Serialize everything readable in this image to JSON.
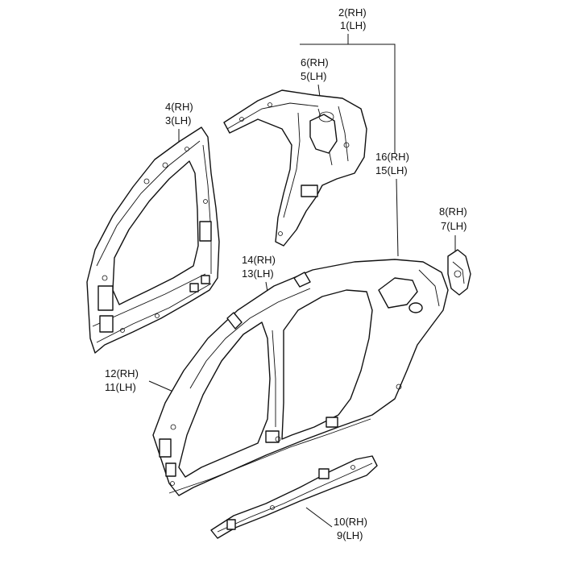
{
  "labels": [
    {
      "id": "2",
      "rh": "2(RH)",
      "lh": "1(LH)"
    },
    {
      "id": "6",
      "rh": "6(RH)",
      "lh": "5(LH)"
    },
    {
      "id": "4",
      "rh": "4(RH)",
      "lh": "3(LH)"
    },
    {
      "id": "16",
      "rh": "16(RH)",
      "lh": "15(LH)"
    },
    {
      "id": "8",
      "rh": "8(RH)",
      "lh": "7(LH)"
    },
    {
      "id": "14",
      "rh": "14(RH)",
      "lh": "13(LH)"
    },
    {
      "id": "12",
      "rh": "12(RH)",
      "lh": "11(LH)"
    },
    {
      "id": "10",
      "rh": "10(RH)",
      "lh": "9(LH)"
    }
  ]
}
